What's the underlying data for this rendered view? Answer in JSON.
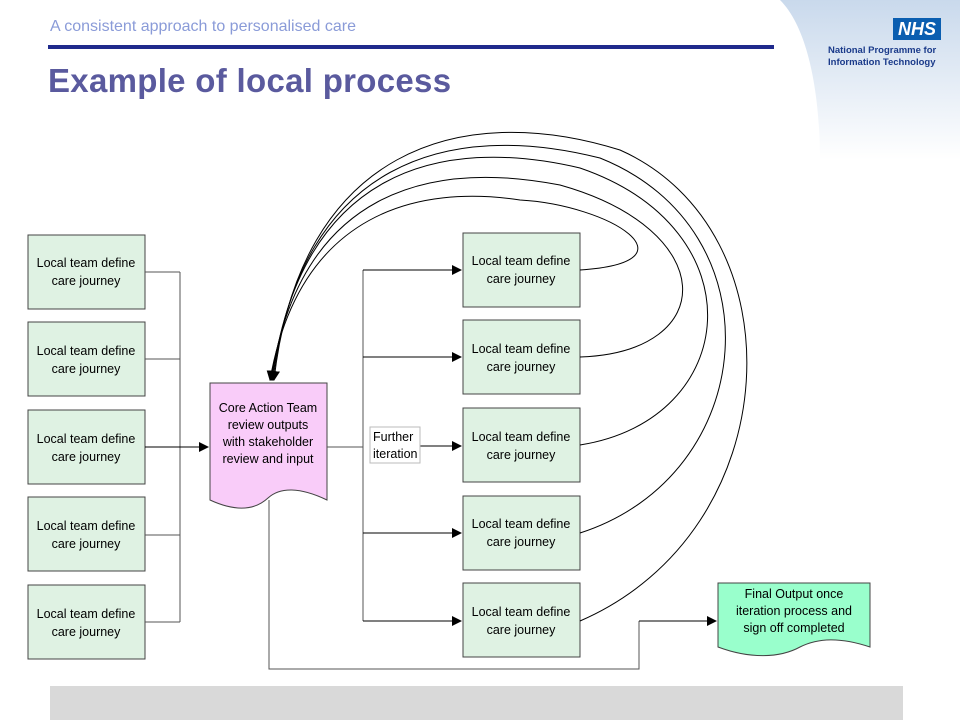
{
  "header": {
    "tagline": "A consistent approach to personalised care",
    "title": "Example of local process",
    "logo_text": "NHS",
    "programme_line1": "National Programme for",
    "programme_line2": "Information Technology"
  },
  "diagram": {
    "left_boxes": [
      {
        "line1": "Local team define",
        "line2": "care journey"
      },
      {
        "line1": "Local team define",
        "line2": "care journey"
      },
      {
        "line1": "Local team define",
        "line2": "care journey"
      },
      {
        "line1": "Local team define",
        "line2": "care journey"
      },
      {
        "line1": "Local team define",
        "line2": "care journey"
      }
    ],
    "core_team": {
      "line1": "Core Action Team",
      "line2": "review outputs",
      "line3": "with stakeholder",
      "line4": "review and input"
    },
    "further_label": {
      "line1": "Further",
      "line2": "iteration"
    },
    "right_boxes": [
      {
        "line1": "Local team define",
        "line2": "care journey"
      },
      {
        "line1": "Local team define",
        "line2": "care journey"
      },
      {
        "line1": "Local team define",
        "line2": "care journey"
      },
      {
        "line1": "Local team define",
        "line2": "care journey"
      },
      {
        "line1": "Local team define",
        "line2": "care journey"
      }
    ],
    "final_output": {
      "line1": "Final Output once",
      "line2": "iteration process and",
      "line3": "sign off completed"
    }
  },
  "colors": {
    "box_fill": "#dff2e3",
    "core_fill": "#f9ccf9",
    "final_fill": "#99ffcc",
    "title": "#5a5a9e",
    "rule": "#1f2a8c"
  }
}
